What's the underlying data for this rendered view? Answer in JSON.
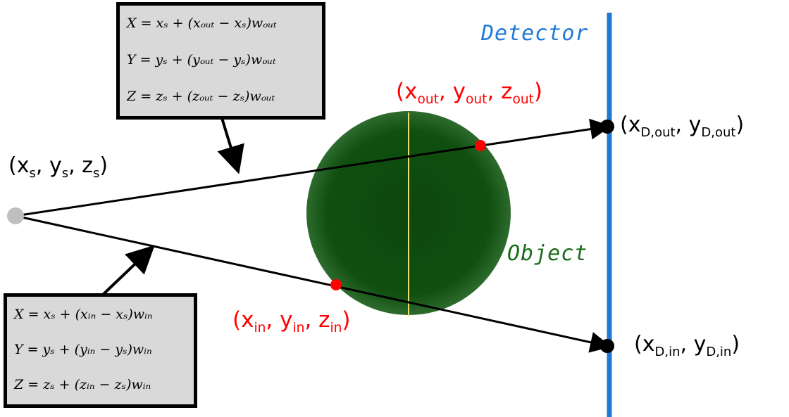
{
  "labels": {
    "detector": "Detector",
    "object": "Object",
    "source": {
      "open": "(",
      "x": "x",
      "xs": "s",
      "y": "y",
      "ys": "s",
      "z": "z",
      "zs": "s",
      "close": ")",
      "sep": ", "
    },
    "out_point": {
      "open": "(",
      "x": "x",
      "xs": "out",
      "y": "y",
      "ys": "out",
      "z": "z",
      "zs": "out",
      "close": ")",
      "sep": ", "
    },
    "in_point": {
      "open": "(",
      "x": "x",
      "xs": "in",
      "y": "y",
      "ys": "in",
      "z": "z",
      "zs": "in",
      "close": ")",
      "sep": ", "
    },
    "det_out": {
      "open": "(",
      "x": "x",
      "xs": "D,out",
      "y": "y",
      "ys": "D,out",
      "close": ")",
      "sep": ", "
    },
    "det_in": {
      "open": "(",
      "x": "x",
      "xs": "D,in",
      "y": "y",
      "ys": "D,in",
      "close": ")",
      "sep": ", "
    }
  },
  "equations_out": [
    "X = xₛ + (xₒᵤₜ − xₛ)wₒᵤₜ",
    "Y = yₛ + (yₒᵤₜ − yₛ)wₒᵤₜ",
    "Z = zₛ + (zₒᵤₜ − zₛ)wₒᵤₜ"
  ],
  "equations_in": [
    "X = xₛ + (xᵢₙ − xₛ)wᵢₙ",
    "Y = yₛ + (yᵢₙ − yₛ)wᵢₙ",
    "Z = zₛ + (zᵢₙ − zₛ)wᵢₙ"
  ],
  "colors": {
    "detector": "#1f7ad6",
    "object_fill": "#0f4d0f",
    "object_label": "#1a6b1a",
    "intersection_points": "#ff0000",
    "detector_points": "#000000",
    "source_point": "#bfbfbf",
    "center_line": "#e8e070"
  }
}
